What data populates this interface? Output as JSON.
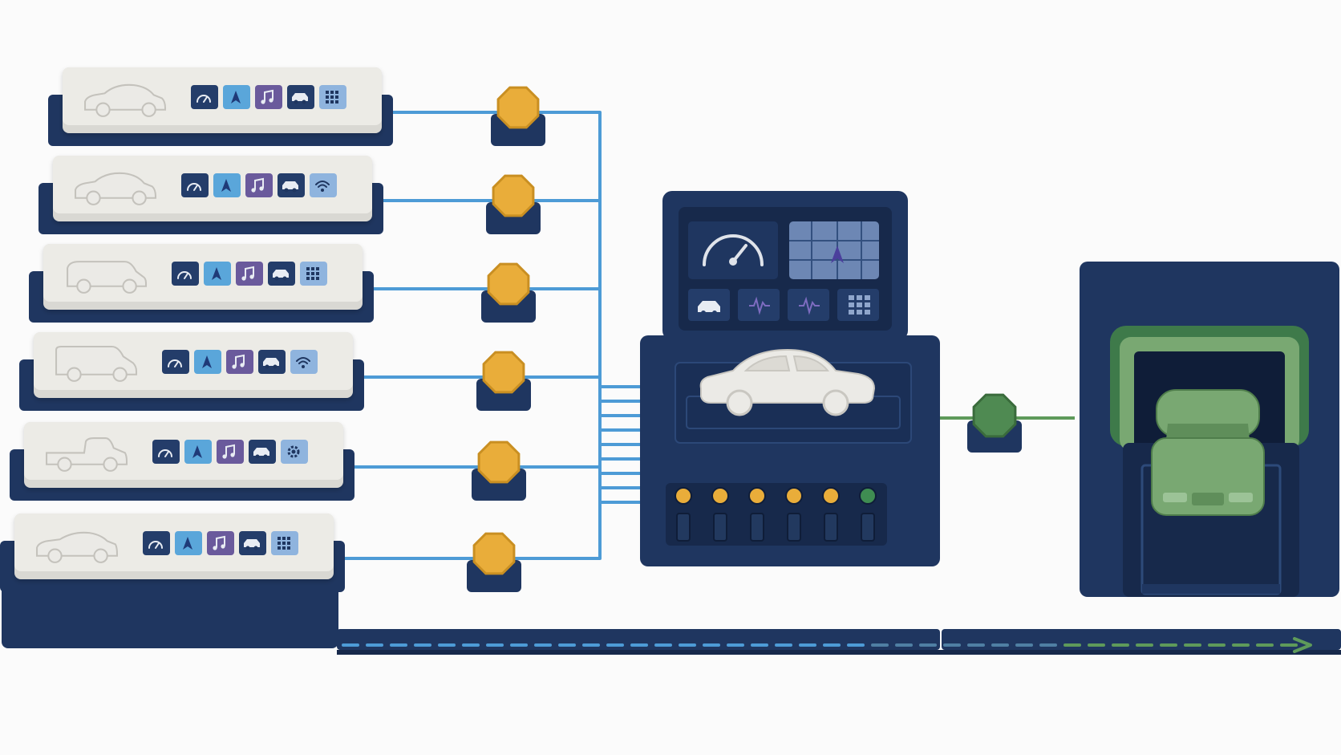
{
  "colors": {
    "background": "#fbfbfb",
    "navy": "#1f3660",
    "navy_dark": "#17294b",
    "panel": "#ecebe6",
    "car_body": "#ebeae6",
    "tile_navy": "#243d6a",
    "tile_sky": "#5aa6da",
    "tile_purple": "#6a5a9c",
    "tile_light": "#8fb4de",
    "connector_blue": "#4d9bd6",
    "gate_yellow": "#e9ad3a",
    "gate_green": "#4f8a52",
    "output_green": "#79a872",
    "led_green": "#3f8d52"
  },
  "variant_rows": [
    {
      "car": "sedan",
      "icons": [
        "gauge-icon",
        "navigation-arrow-icon",
        "music-note-icon",
        "car-icon",
        "grid-icon"
      ]
    },
    {
      "car": "sedan",
      "icons": [
        "gauge-icon",
        "navigation-arrow-icon",
        "music-note-icon",
        "car-icon",
        "wifi-icon"
      ]
    },
    {
      "car": "minivan",
      "icons": [
        "gauge-icon",
        "navigation-arrow-icon",
        "music-note-icon",
        "car-icon",
        "grid-icon"
      ]
    },
    {
      "car": "van",
      "icons": [
        "gauge-icon",
        "navigation-arrow-icon",
        "music-note-icon",
        "car-icon",
        "wifi-icon"
      ]
    },
    {
      "car": "pickup",
      "icons": [
        "gauge-icon",
        "navigation-arrow-icon",
        "music-note-icon",
        "car-icon",
        "gear-icon"
      ]
    },
    {
      "car": "coupe",
      "icons": [
        "gauge-icon",
        "navigation-arrow-icon",
        "music-note-icon",
        "car-icon",
        "grid-icon"
      ]
    }
  ],
  "hub": {
    "screen_icons": [
      "gauge-icon",
      "map-navigation-icon",
      "car-icon",
      "waveform-icon",
      "waveform-icon",
      "grid-icon"
    ],
    "indicator_lights": [
      "yellow",
      "yellow",
      "yellow",
      "yellow",
      "yellow",
      "green"
    ]
  },
  "output": {
    "gate": "green",
    "vehicle": "green-sedan-front-view"
  }
}
